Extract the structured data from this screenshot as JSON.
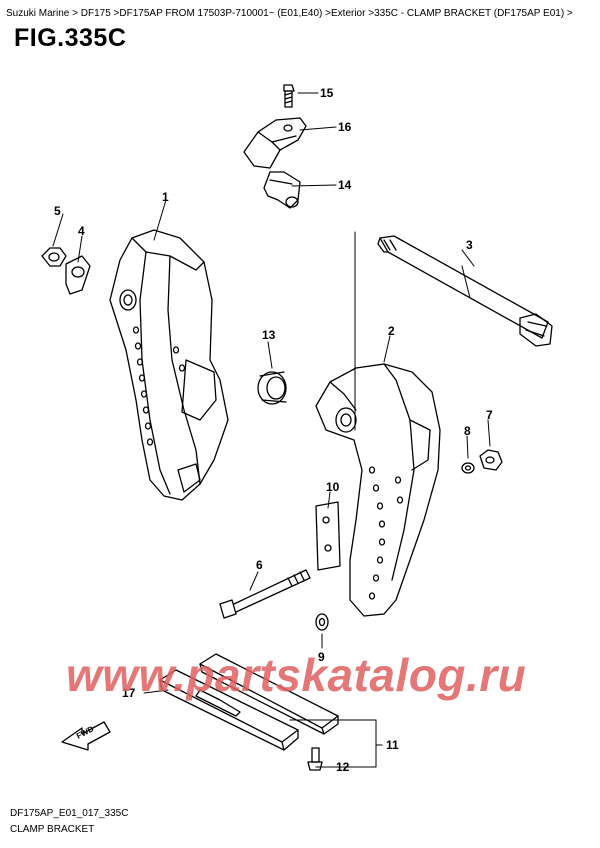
{
  "breadcrumb": "Suzuki Marine > DF175 >DF175AP FROM 17503P-710001~ (E01,E40) >Exterior >335C - CLAMP BRACKET (DF175AP E01) >",
  "figure_title": "FIG.335C",
  "parts": {
    "p1": "1",
    "p2": "2",
    "p3": "3",
    "p4": "4",
    "p5": "5",
    "p6": "6",
    "p7": "7",
    "p8": "8",
    "p9": "9",
    "p10": "10",
    "p11": "11",
    "p12": "12",
    "p13": "13",
    "p14": "14",
    "p15": "15",
    "p16": "16",
    "p17": "17"
  },
  "fwd_label": "FWD",
  "watermark": "www.partskatalog.ru",
  "footer": {
    "code": "DF175AP_E01_017_335C",
    "caption": "CLAMP BRACKET"
  }
}
